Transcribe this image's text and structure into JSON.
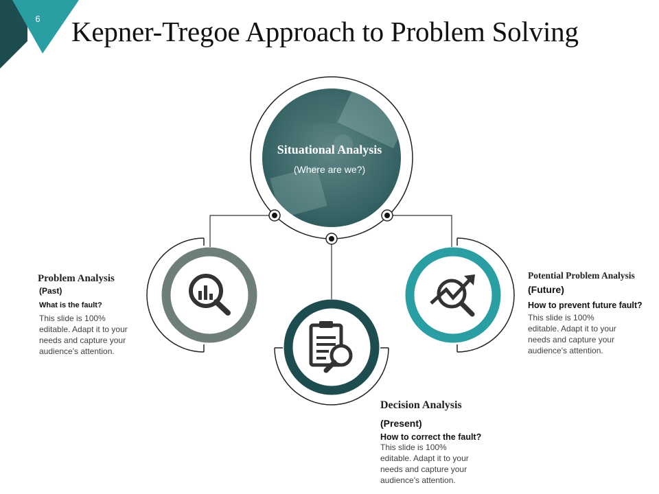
{
  "slide": {
    "number": "6",
    "title": "Kepner-Tregoe Approach to Problem Solving"
  },
  "colors": {
    "teal_dark": "#1e4d4f",
    "teal": "#2a9fa3",
    "gray_green": "#6e7f7a",
    "corner_light": "#2a9fa3",
    "corner_dark": "#1e4d4f"
  },
  "center": {
    "title": "Situational Analysis",
    "subtitle": "(Where are we?)"
  },
  "problem": {
    "title": "Problem Analysis",
    "time": "(Past)",
    "question": "What is the fault?",
    "body": [
      "This slide is 100%",
      "editable.  Adapt it to your",
      "needs and capture your",
      "audience's attention."
    ],
    "icon": "magnifier-chart-icon"
  },
  "decision": {
    "title": "Decision Analysis",
    "time": "(Present)",
    "question": "How to correct the fault?",
    "body": [
      "This slide is 100%",
      "editable.  Adapt it to your",
      "needs and capture your",
      "audience's attention."
    ],
    "icon": "clipboard-search-icon"
  },
  "potential": {
    "title": "Potential Problem Analysis",
    "time": "(Future)",
    "question": "How to prevent future fault?",
    "body": [
      "This slide is 100%",
      "editable.  Adapt it to your",
      "needs and capture your",
      "audience's attention."
    ],
    "icon": "trend-search-icon"
  }
}
